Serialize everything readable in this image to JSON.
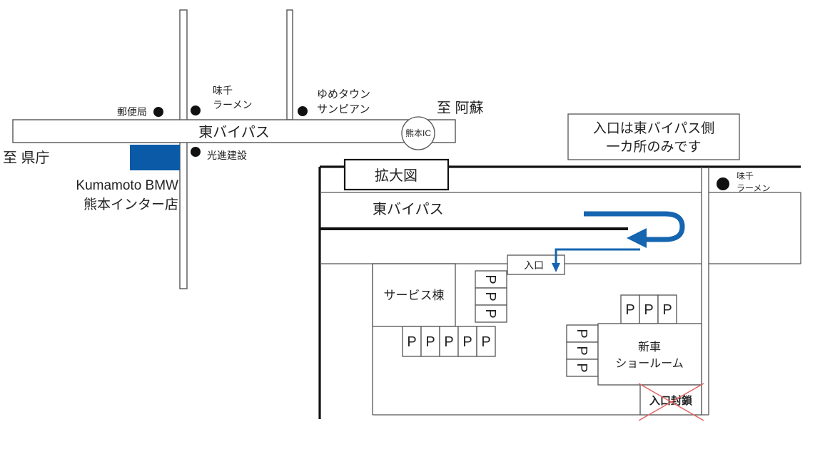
{
  "overview": {
    "road_main": "東バイパス",
    "ic_label": "熊本IC",
    "to_aso": "至 阿蘇",
    "to_kencho": "至 県庁",
    "post_office": "郵便局",
    "ajisen": [
      "味千",
      "ラーメン"
    ],
    "youme": [
      "ゆめタウン",
      "サンピアン"
    ],
    "koshin": "光進建設",
    "dealer": [
      "Kumamoto BMW",
      "熊本インター店"
    ]
  },
  "notice": [
    "入口は東バイパス側",
    "一カ所のみです"
  ],
  "detail": {
    "title": "拡大図",
    "road": "東バイパス",
    "ajisen": [
      "味千",
      "ラーメン"
    ],
    "entrance": "入口",
    "service": "サービス棟",
    "showroom": [
      "新車",
      "ショールーム"
    ],
    "closed": "入口封鎖",
    "parking_label": "P"
  },
  "colors": {
    "dealer_block": "#0a5aa8",
    "arrow": "#1565b0",
    "closed_cross": "#e06060"
  }
}
